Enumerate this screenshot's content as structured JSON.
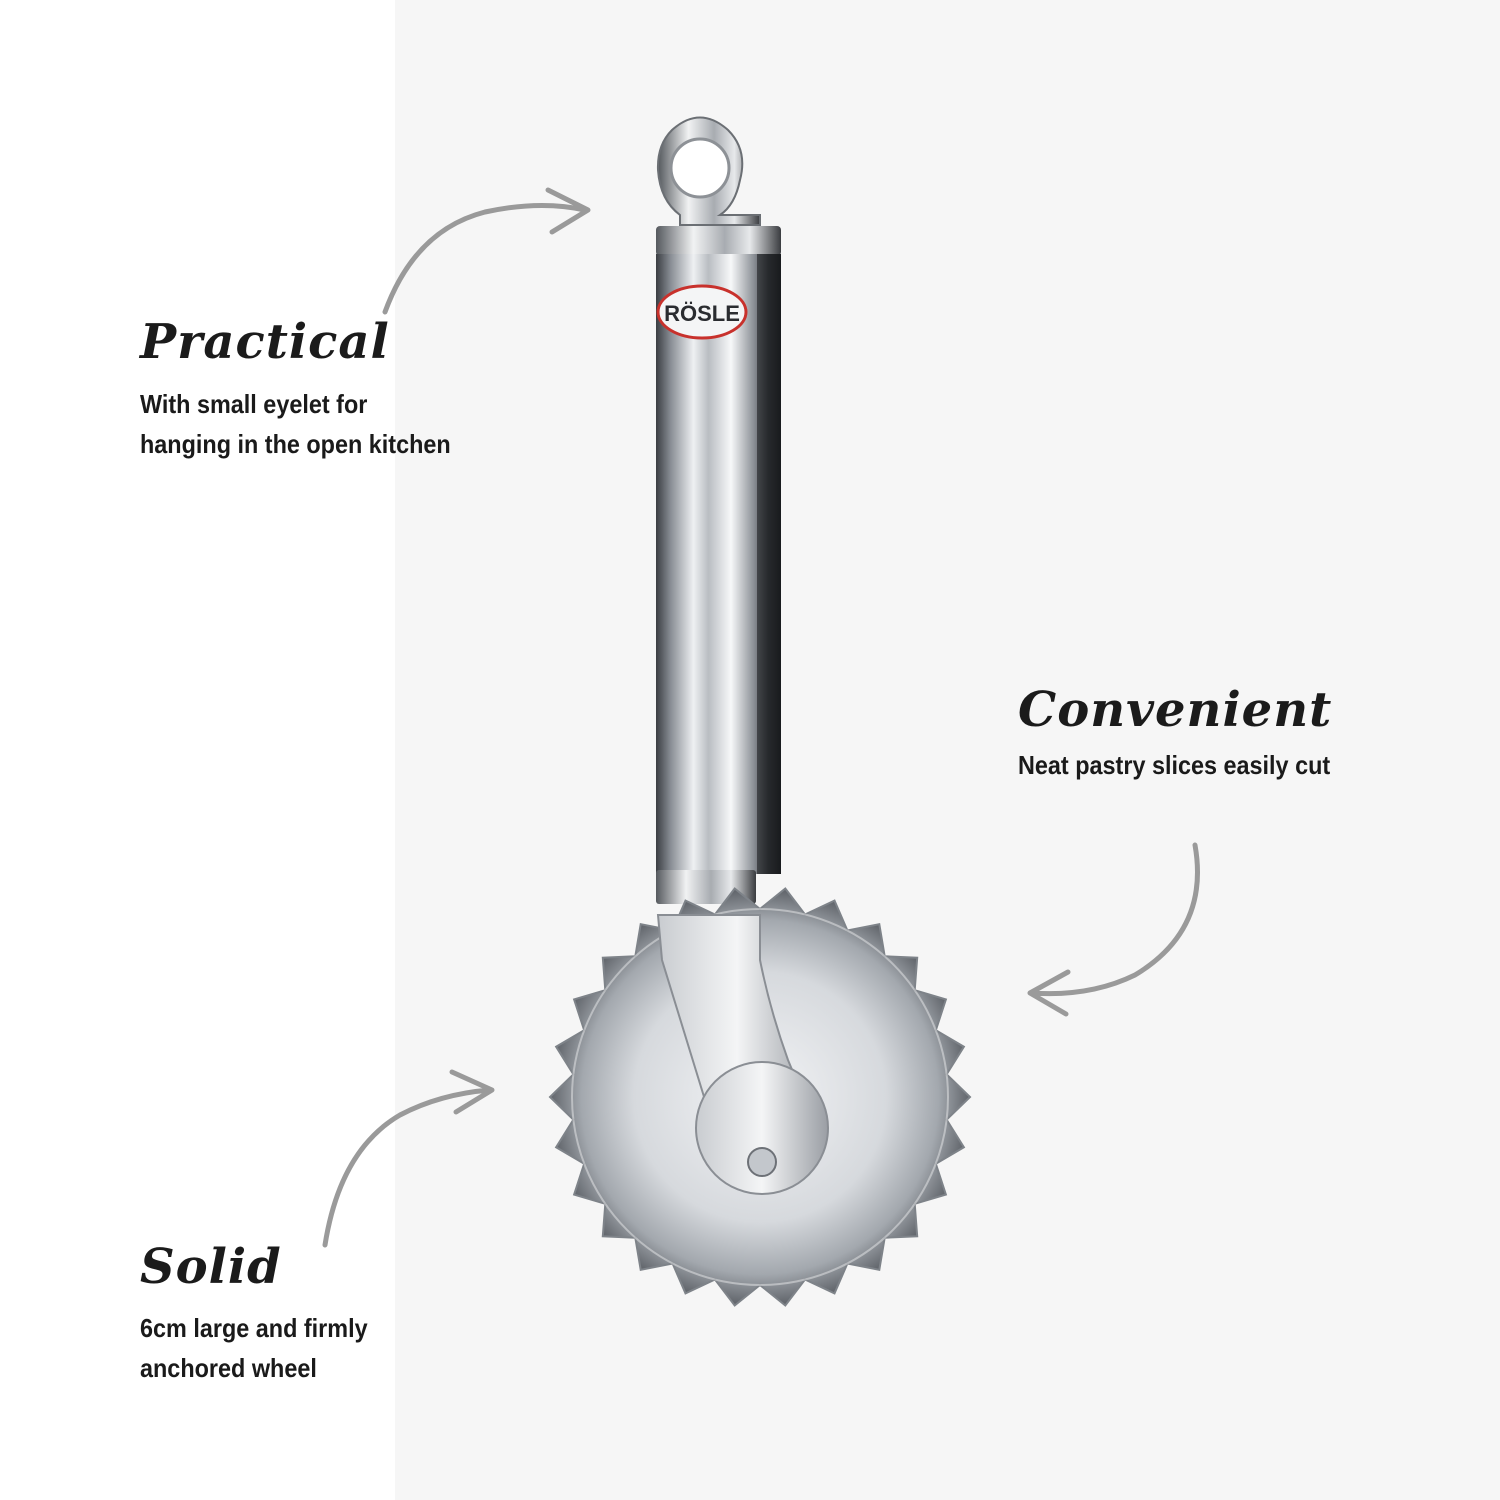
{
  "product": {
    "brand_logo": "RÖSLE"
  },
  "features": [
    {
      "heading": "Practical",
      "lines": [
        "With small eyelet for",
        "hanging in the open kitchen"
      ]
    },
    {
      "heading": "Convenient",
      "lines": [
        "Neat pastry slices easily cut"
      ]
    },
    {
      "heading": "Solid",
      "lines": [
        "6cm large and firmly",
        "anchored wheel"
      ]
    }
  ],
  "colors": {
    "arrow": "#9a9a9a",
    "text": "#1a1a1a",
    "backdrop": "#f6f6f6",
    "logo_ring": "#c8312c"
  },
  "icons": {
    "arrow": "curved-arrow-icon"
  }
}
